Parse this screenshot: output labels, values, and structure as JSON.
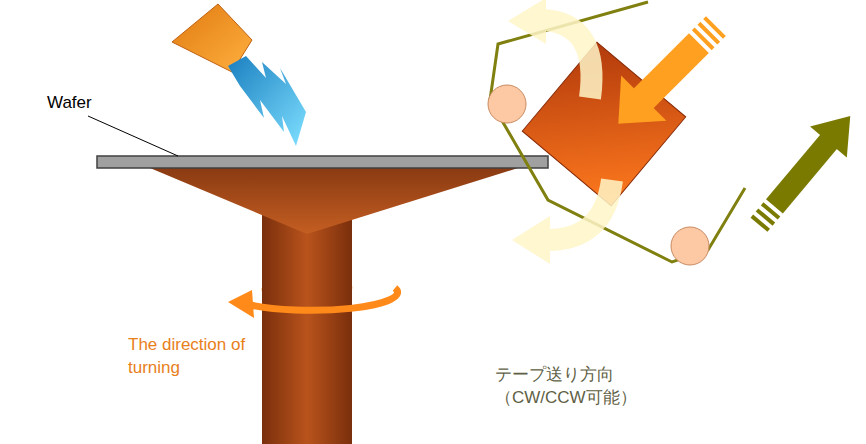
{
  "diagram": {
    "labels": [
      "Wafer",
      "The direction of turning",
      "テープ送り方向 （CW/CCW可能）"
    ]
  }
}
